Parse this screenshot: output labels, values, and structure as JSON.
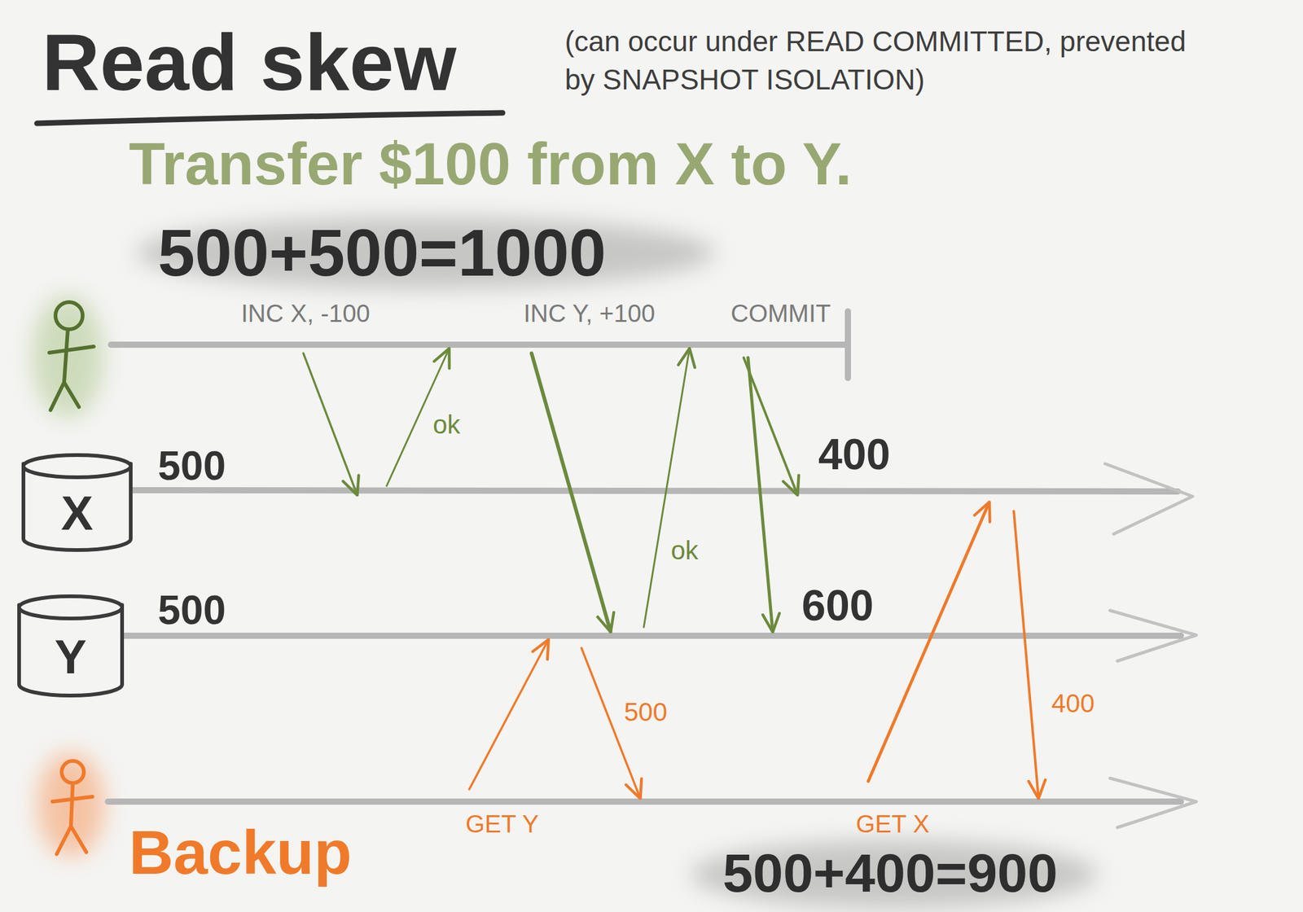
{
  "diagram": {
    "title": "Read skew",
    "nodes": [
      {
        "text": [
          "X"
        ]
      },
      {
        "text": [
          "Y"
        ]
      },
      {
        "text": [
          "Backup"
        ]
      }
    ],
    "labels": [
      "(can occur under READ COMMITTED, prevented by SNAPSHOT ISOLATION)",
      "Transfer $100 from X to Y.",
      "500+500=1000",
      "INC X, -100",
      "INC Y, +100",
      "COMMIT",
      "ok",
      "ok",
      "500",
      "400",
      "500",
      "600",
      "GET Y",
      "500",
      "GET X",
      "400",
      "500+400=900"
    ]
  }
}
